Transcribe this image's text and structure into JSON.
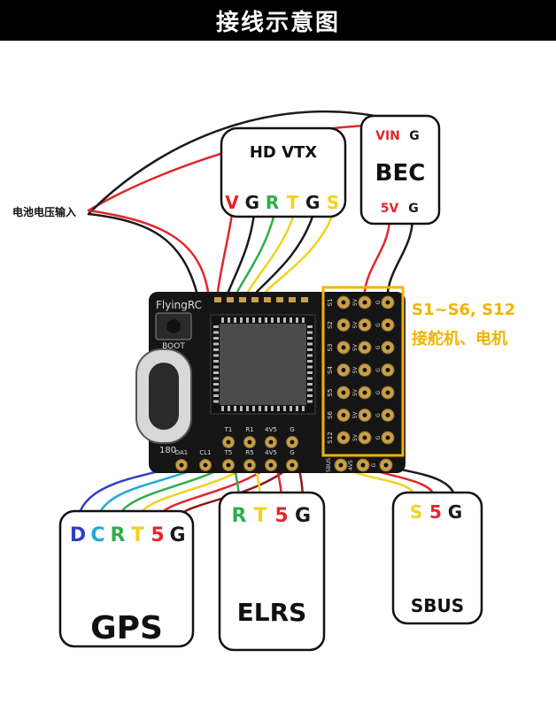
{
  "title": "接线示意图",
  "battery_label": "电池电压输入",
  "colors": {
    "red": "#e3262d",
    "black": "#1a1a1a",
    "green": "#2eae4a",
    "yellow": "#f2d21e",
    "blue": "#2f3fc8",
    "cyan": "#20a8d8",
    "dark_red": "#8b1a1a",
    "highlight": "#f0b400"
  },
  "hdvtx": {
    "title": "HD VTX",
    "pins": [
      {
        "text": "V",
        "color": "#e3262d"
      },
      {
        "text": "G",
        "color": "#1a1a1a"
      },
      {
        "text": "R",
        "color": "#2eae4a"
      },
      {
        "text": "T",
        "color": "#f2d21e"
      },
      {
        "text": "G",
        "color": "#1a1a1a"
      },
      {
        "text": "S",
        "color": "#f2d21e"
      }
    ]
  },
  "bec": {
    "title": "BEC",
    "top_pins": [
      {
        "text": "VIN",
        "color": "#e3262d"
      },
      {
        "text": "G",
        "color": "#1a1a1a"
      }
    ],
    "bottom_pins": [
      {
        "text": "5V",
        "color": "#e3262d"
      },
      {
        "text": "G",
        "color": "#1a1a1a"
      }
    ]
  },
  "servo_note": {
    "line1": "S1~S6, S12",
    "line2": "接舵机、电机"
  },
  "gps": {
    "title": "GPS",
    "pins": [
      {
        "text": "D",
        "color": "#2f3fc8"
      },
      {
        "text": "C",
        "color": "#20a8d8"
      },
      {
        "text": "R",
        "color": "#2eae4a"
      },
      {
        "text": "T",
        "color": "#f2d21e"
      },
      {
        "text": "5",
        "color": "#e3262d"
      },
      {
        "text": "G",
        "color": "#1a1a1a"
      }
    ]
  },
  "elrs": {
    "title": "ELRS",
    "pins": [
      {
        "text": "R",
        "color": "#2eae4a"
      },
      {
        "text": "T",
        "color": "#f2d21e"
      },
      {
        "text": "5",
        "color": "#e3262d"
      },
      {
        "text": "G",
        "color": "#1a1a1a"
      }
    ]
  },
  "sbus": {
    "title": "SBUS",
    "pins": [
      {
        "text": "S",
        "color": "#f2d21e"
      },
      {
        "text": "5",
        "color": "#e3262d"
      },
      {
        "text": "G",
        "color": "#1a1a1a"
      }
    ]
  },
  "board": {
    "brand": "FlyingRC",
    "boot": "BOOT",
    "mark_180": "180",
    "pad_top_row": [
      "T1",
      "R1",
      "4V5",
      "G"
    ],
    "pad_bottom_row": [
      "DA1",
      "CL1",
      "T5",
      "R5",
      "4V5",
      "G"
    ],
    "servo_rows": [
      "S1",
      "S2",
      "S3",
      "S4",
      "S5",
      "S6",
      "S12"
    ],
    "sbus_row": [
      "SBUS",
      "4V5",
      "G"
    ],
    "col_5v": "5V",
    "col_g": "G"
  }
}
